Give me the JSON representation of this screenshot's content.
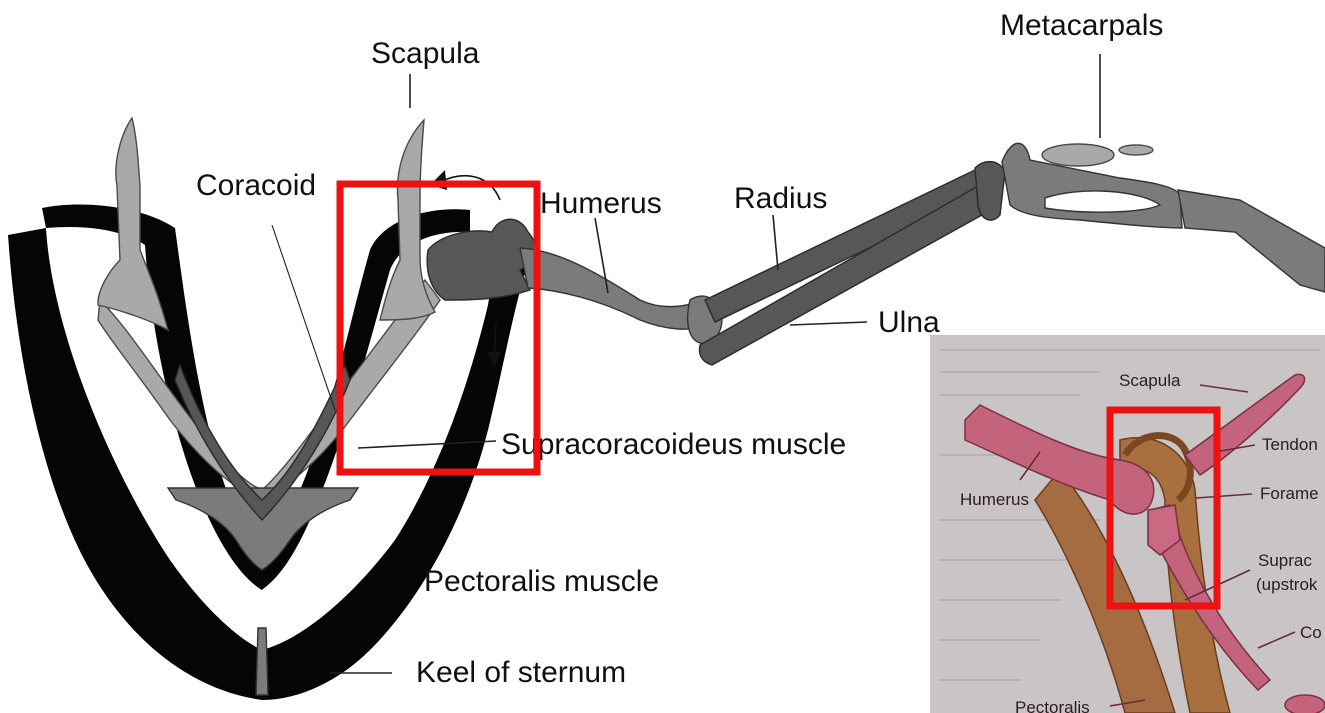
{
  "labels": {
    "scapula": "Scapula",
    "coracoid": "Coracoid",
    "humerus": "Humerus",
    "radius": "Radius",
    "metacarpals": "Metacarpals",
    "ulna": "Ulna",
    "supracoracoideus_muscle": "Supracoracoideus muscle",
    "pectoralis_muscle": "Pectoralis muscle",
    "keel_of_sternum": "Keel of sternum"
  },
  "inset": {
    "scapula": "Scapula",
    "humerus": "Humerus",
    "tendon": "Tendon",
    "foramen": "Forame",
    "supracoracoideus_line1": "Suprac",
    "supracoracoideus_line2": "(upstrok",
    "coracoid": "Co",
    "pectoralis": "Pectoralis"
  },
  "colors": {
    "highlight_box": "#ee1111",
    "inset_background": "#c7c3c4",
    "inset_bone": "#c4647c",
    "inset_muscle": "#a26a3e"
  }
}
